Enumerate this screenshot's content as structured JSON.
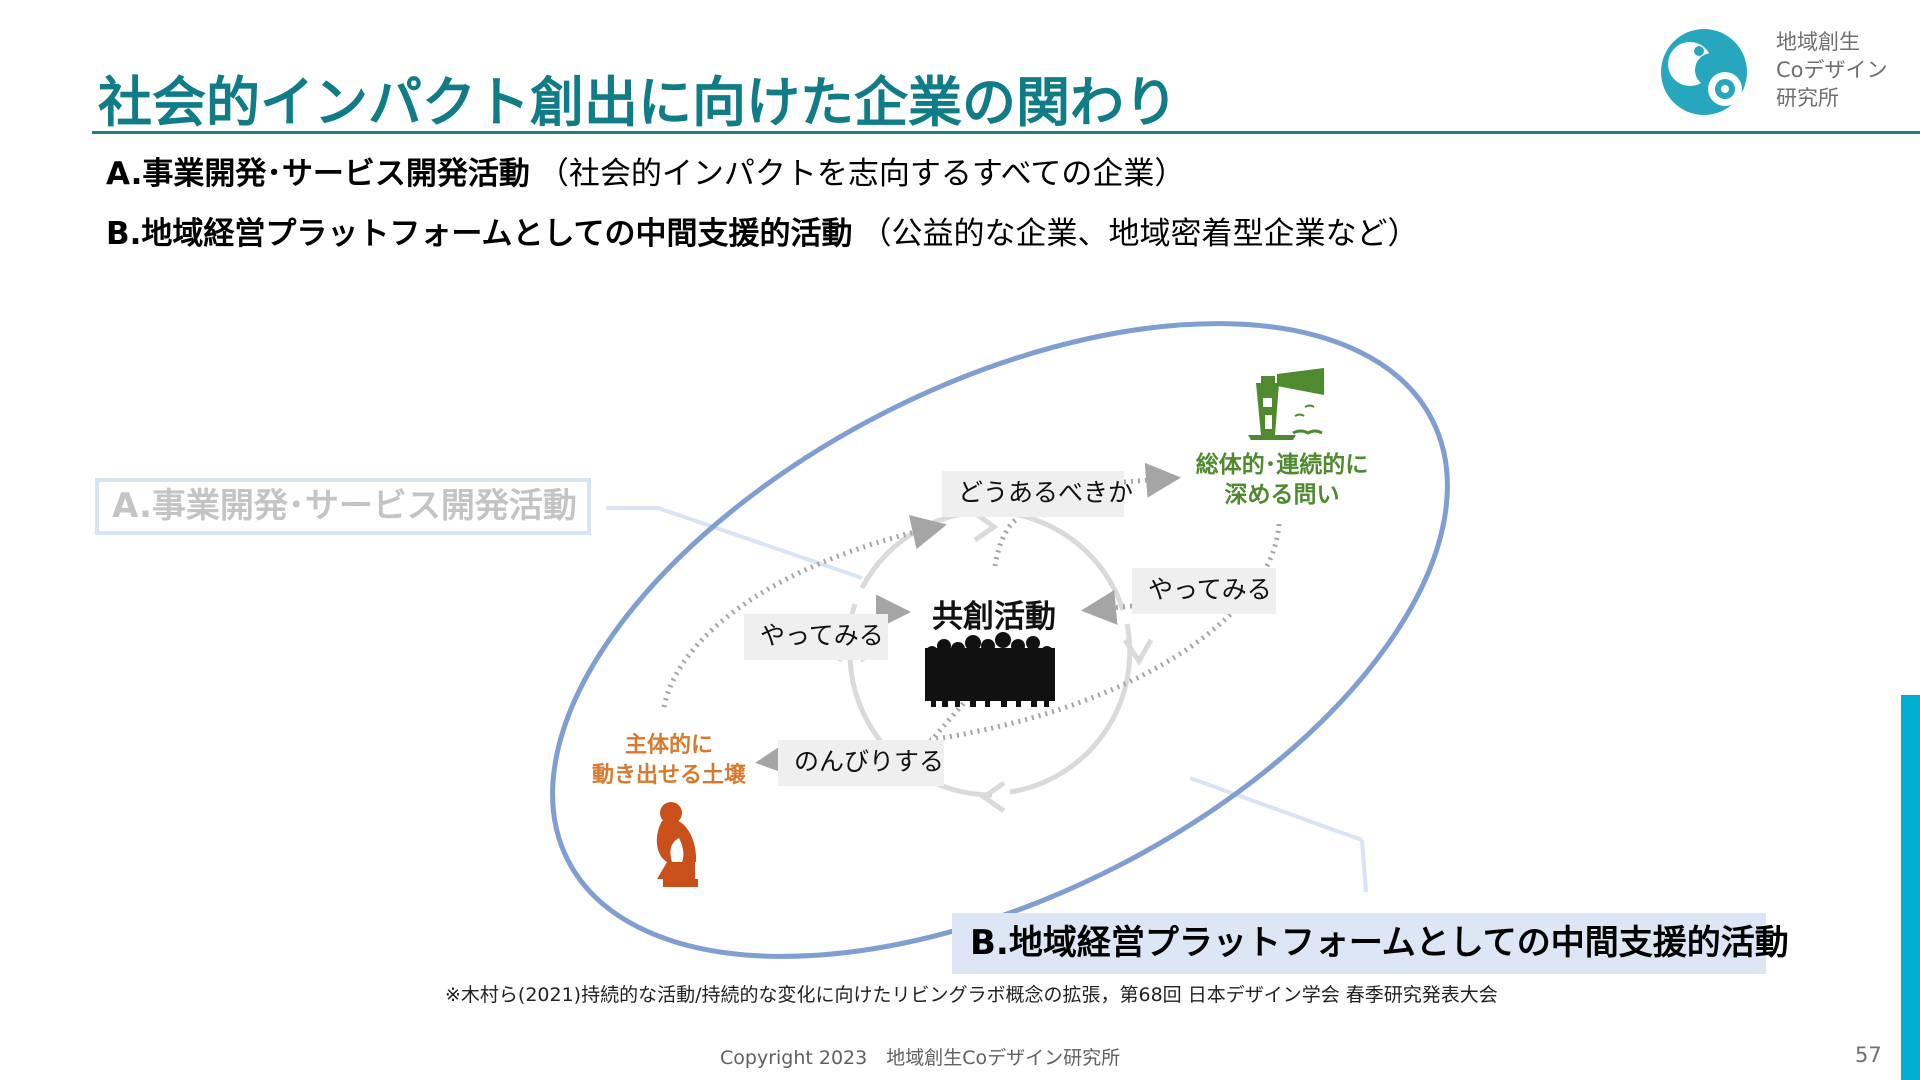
{
  "slide": {
    "title": "社会的インパクト創出に向けた企業の関わり",
    "logo": {
      "line1": "地域創生",
      "line2": "Coデザイン",
      "line3": "研究所",
      "mark_icon": "logo-mark-icon"
    },
    "line_a": {
      "strong": "A.事業開発･サービス開発活動",
      "normal": "（社会的インパクトを志向するすべての企業）"
    },
    "line_b": {
      "strong": "B.地域経営プラットフォームとしての中間支援的活動",
      "normal": "（公益的な企業、地域密着型企業など）"
    }
  },
  "diagram": {
    "box_a": "A.事業開発･サービス開発活動",
    "box_b": "B.地域経営プラットフォームとしての中間支援的活動",
    "center_label": "共創活動",
    "chip_doaru": "どうあるべきか",
    "chip_yatte_right": "やってみる",
    "chip_yatte_left": "やってみる",
    "chip_nonbiri": "のんびりする",
    "green_label_1": "総体的･連続的に",
    "green_label_2": "深める問い",
    "orange_label_1": "主体的に",
    "orange_label_2": "動き出せる土壌",
    "icons": {
      "lighthouse": "lighthouse-icon",
      "crowd": "crowd-icon",
      "thinker": "thinker-icon"
    },
    "colors": {
      "ellipse": "#7f9ed2",
      "green": "#4f8a2e",
      "orange": "#d87a2e",
      "cycle": "#dadada",
      "dotted": "#a5a5a5"
    }
  },
  "footer": {
    "citation": "※木村ら(2021)持続的な活動/持続的な変化に向けたリビングラボ概念の拡張，第68回 日本デザイン学会 春季研究発表大会",
    "copyright": "Copyright 2023　地域創生Coデザイン研究所",
    "page_number": "57"
  }
}
